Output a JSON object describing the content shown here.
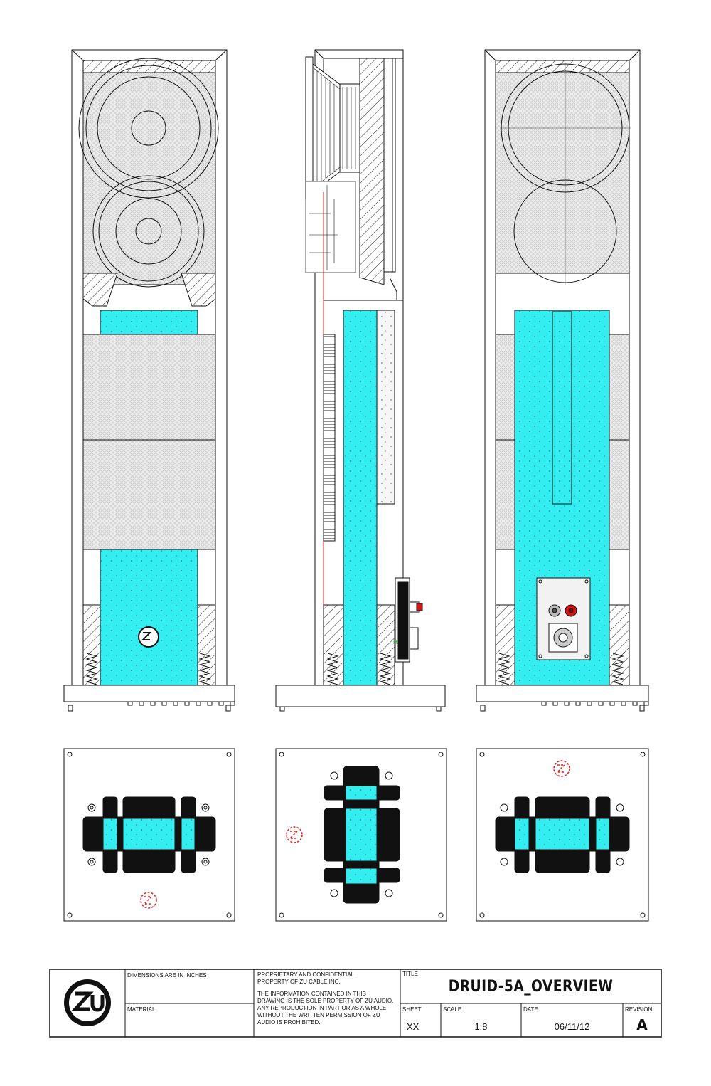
{
  "colors": {
    "line": "#111111",
    "cyan_fill": "#33eef0",
    "mesh_fill": "#e8e8e8",
    "terminal_red": "#dd1111",
    "logo_mark_red": "#dd2222"
  },
  "icons": {
    "company_logo": "zu-logo-circle",
    "floor_logo": "zu-logo-badge-icon",
    "orientation_mark": "red-zu-mark-icon"
  },
  "title_block": {
    "dimensions_note": "DIMENSIONS ARE IN INCHES",
    "material_label": "MATERIAL",
    "confidential_line1": "PROPRIETARY AND CONFIDENTIAL",
    "confidential_line2": "PROPERTY OF ZU CABLE INC.",
    "confidential_body1": "THE INFORMATION CONTAINED IN THIS",
    "confidential_body2": "DRAWING IS THE SOLE PROPERTY OF ZU AUDIO.",
    "confidential_body3": "ANY REPRODUCTION IN PART OR AS A WHOLE",
    "confidential_body4": "WITHOUT THE WRITTEN PERMISSION OF ZU",
    "confidential_body5": "AUDIO IS PROHIBITED.",
    "title_label": "TITLE",
    "title": "DRUID-5A_OVERVIEW",
    "sheet_label": "SHEET",
    "sheet_value": "XX",
    "scale_label": "SCALE",
    "scale_value": "1:8",
    "date_label": "DATE",
    "date_value": "06/11/12",
    "revision_label": "REVISION",
    "revision_value": "A"
  }
}
